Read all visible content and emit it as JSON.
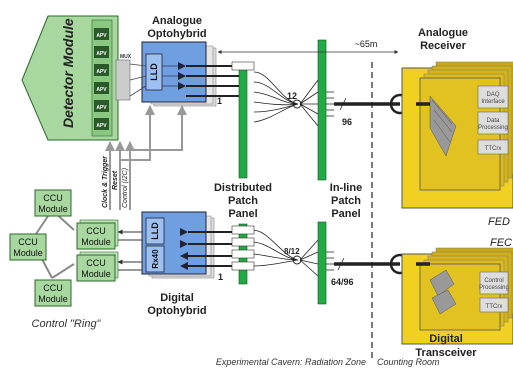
{
  "detector": {
    "title": "Detector Module",
    "apv_label": "APV",
    "mux_label": "MUX"
  },
  "analogue_opto": {
    "line1": "Analogue",
    "line2": "Optohybrid",
    "chip": "LLD"
  },
  "digital_opto": {
    "line1": "Digital",
    "line2": "Optohybrid",
    "chip_rx": "Rx40",
    "chip_lld": "LLD"
  },
  "ccu": {
    "line1": "CCU",
    "line2": "Module"
  },
  "control_ring": "Control \"Ring\"",
  "signals": {
    "clock": "Clock & Trigger",
    "reset": "Reset",
    "control": "Control (I2C)"
  },
  "distributed_panel": {
    "line1": "Distributed",
    "line2": "Patch",
    "line3": "Panel"
  },
  "inline_panel": {
    "line1": "In-line",
    "line2": "Patch",
    "line3": "Panel"
  },
  "distance": "~65m",
  "analogue_receiver": {
    "line1": "Analogue",
    "line2": "Receiver",
    "daq1": "DAQ",
    "daq2": "Interface",
    "dp1": "Data",
    "dp2": "Processing",
    "ttc": "TTCrx",
    "fed": "FED"
  },
  "digital_transceiver": {
    "line1": "Digital",
    "line2": "Transceiver",
    "cp1": "Control",
    "cp2": "Processing",
    "ttc": "TTCrx",
    "fec": "FEC"
  },
  "fiber_counts": {
    "top_12": "12",
    "top_1": "1",
    "top_96": "96",
    "bot_812": "8/12",
    "bot_1": "1",
    "bot_6496": "64/96"
  },
  "zones": {
    "cavern": "Experimental Cavern: Radiation Zone",
    "counting": "Counting Room"
  },
  "colors": {
    "module_green": "#a8d8a0",
    "panel_green": "#22aa44",
    "opto_blue": "#6f9fe0",
    "receiver_yellow": "#f0d020",
    "card_yellow": "#d8b818"
  }
}
